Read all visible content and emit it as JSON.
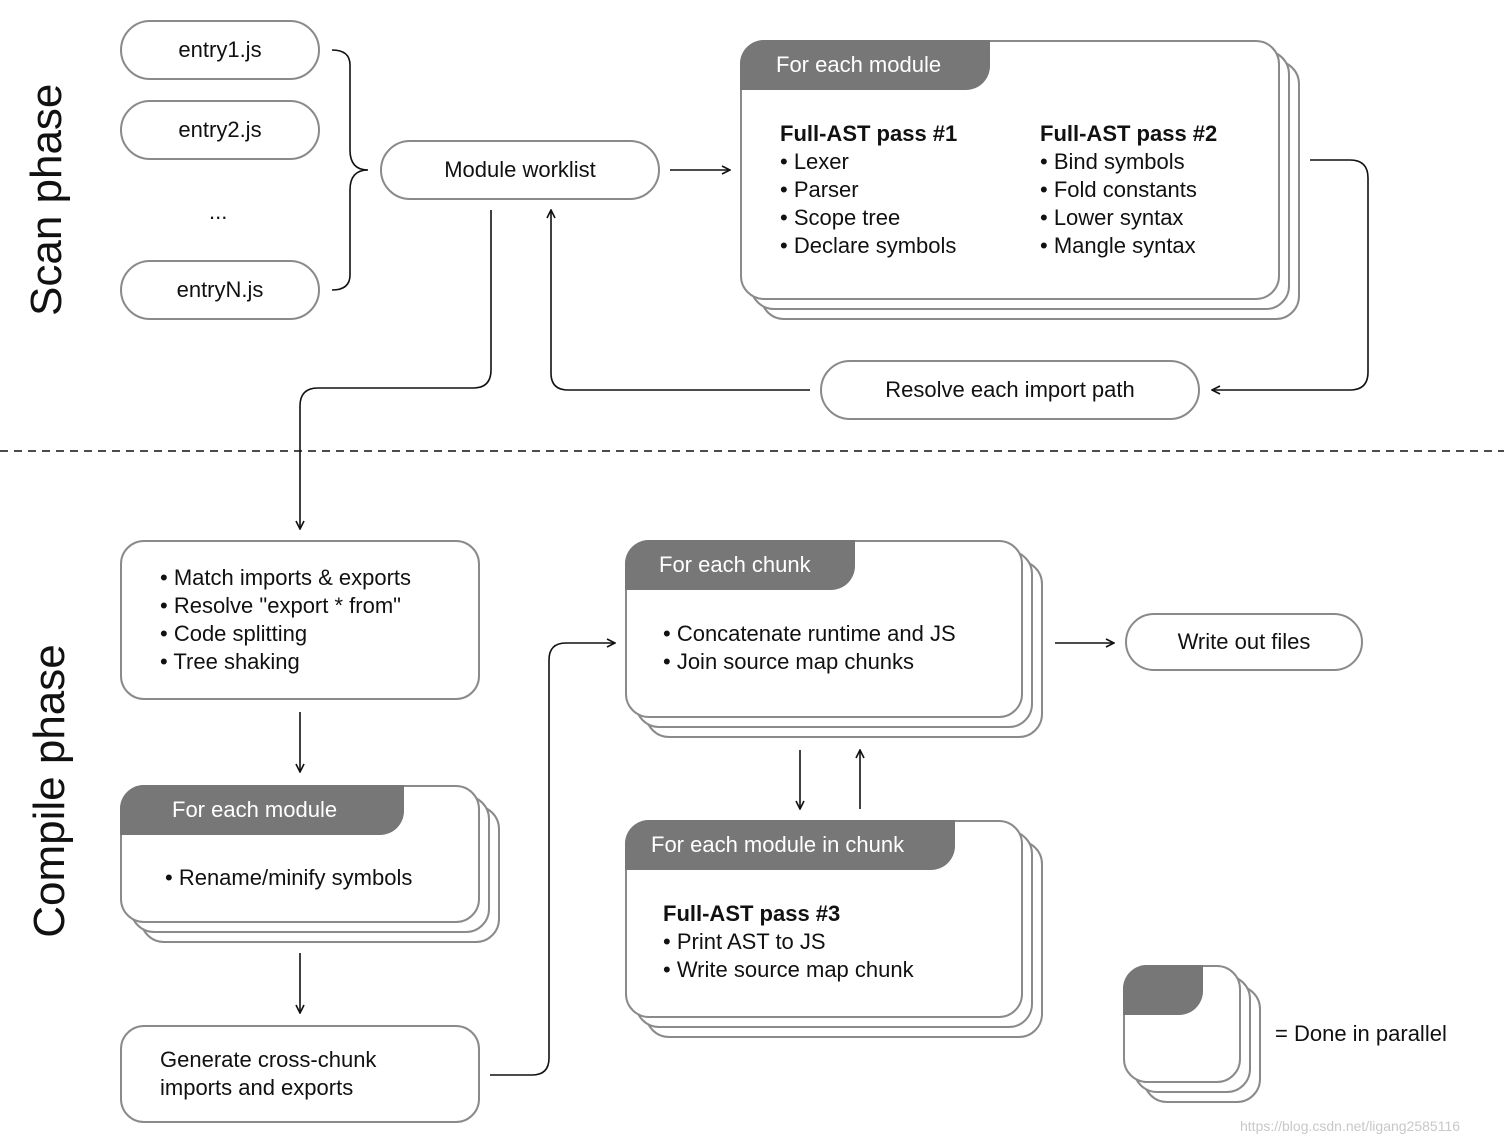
{
  "phases": {
    "scan": "Scan phase",
    "compile": "Compile phase"
  },
  "scan": {
    "entries": [
      "entry1.js",
      "entry2.js",
      "...",
      "entryN.js"
    ],
    "worklist": "Module worklist",
    "resolve": "Resolve each import path",
    "module_box": {
      "tab": "For each module",
      "pass1_title": "Full-AST pass #1",
      "pass1_items": [
        "• Lexer",
        "• Parser",
        "• Scope tree",
        "• Declare symbols"
      ],
      "pass2_title": "Full-AST pass #2",
      "pass2_items": [
        "• Bind symbols",
        "• Fold constants",
        "• Lower syntax",
        "• Mangle syntax"
      ]
    }
  },
  "compile": {
    "link_items": [
      "• Match imports & exports",
      "• Resolve \"export * from\"",
      "• Code splitting",
      "• Tree shaking"
    ],
    "rename_box": {
      "tab": "For each module",
      "items": [
        "• Rename/minify symbols"
      ]
    },
    "cross_chunk": [
      "Generate cross-chunk",
      "imports and exports"
    ],
    "chunk_box": {
      "tab": "For each chunk",
      "items": [
        "• Concatenate runtime and JS",
        "• Join source map chunks"
      ]
    },
    "write_out": "Write out files",
    "module_in_chunk_box": {
      "tab": "For each module in chunk",
      "pass3_title": "Full-AST pass #3",
      "items": [
        "• Print AST to JS",
        "• Write source map chunk"
      ]
    }
  },
  "legend": {
    "text": "=  Done in parallel"
  },
  "watermark": "https://blog.csdn.net/ligang2585116",
  "colors": {
    "border": "#8a8a8a",
    "tab": "#777777",
    "line": "#111111"
  }
}
